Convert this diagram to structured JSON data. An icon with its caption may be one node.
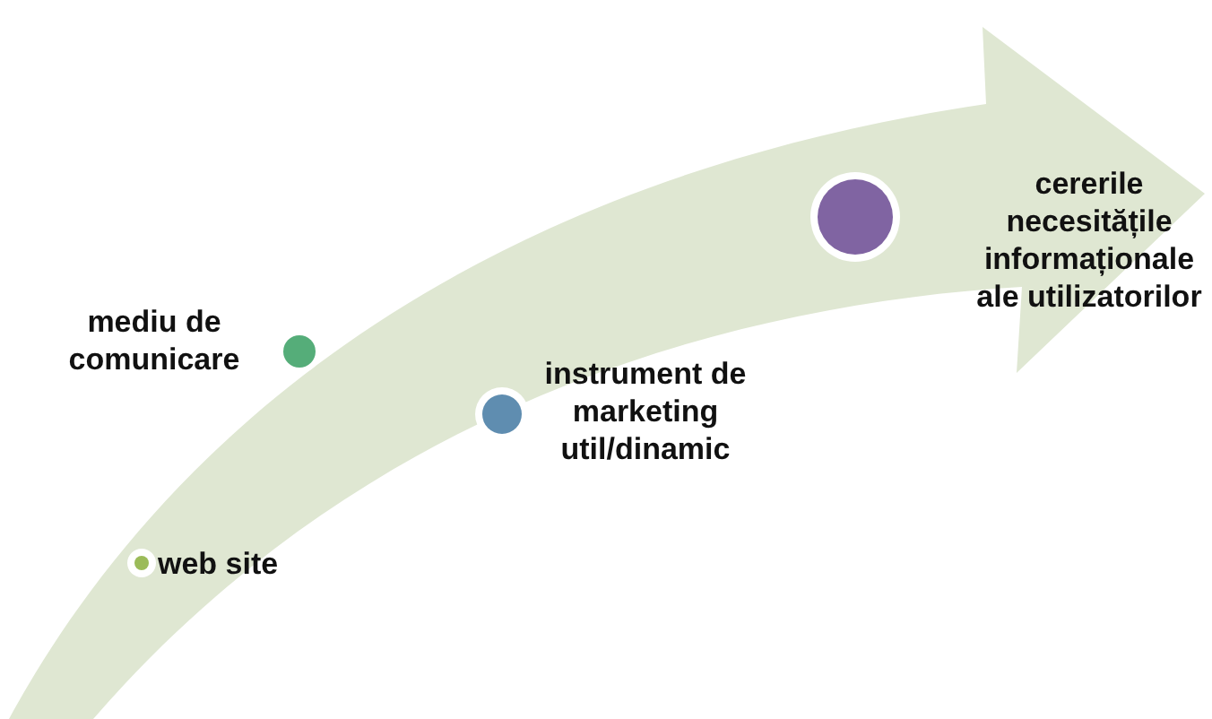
{
  "diagram": {
    "nodes": [
      {
        "text": [
          "web site"
        ]
      },
      {
        "text": [
          "mediu de comunicare"
        ]
      },
      {
        "text": [
          "instrument de marketing util/dinamic"
        ]
      },
      {
        "text": [
          "cererile necesitățile informaționale ale utilizatorilor"
        ]
      }
    ]
  }
}
